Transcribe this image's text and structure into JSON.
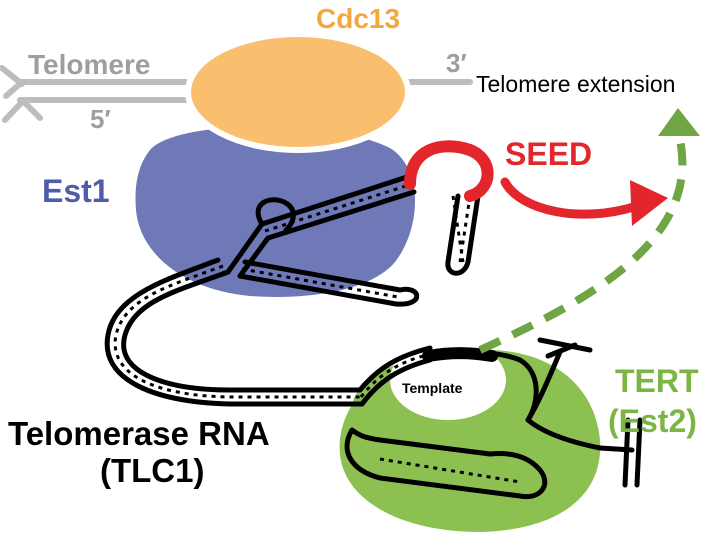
{
  "labels": {
    "cdc13": "Cdc13",
    "telomere": "Telomere",
    "three_prime": "3′",
    "five_prime": "5′",
    "telomere_extension": "Telomere extension",
    "est1": "Est1",
    "seed": "SEED",
    "template": "Template",
    "tert": "TERT",
    "est2": "(Est2)",
    "telomerase_rna": "Telomerase RNA",
    "tlc1": "(TLC1)"
  },
  "colors": {
    "cdc13": "#F9BF6E",
    "cdc13_text": "#F4A83C",
    "telomere": "#BDBDBD",
    "telomere_text": "#9E9E9E",
    "est1": "#6F79B8",
    "est1_text": "#4F5DA8",
    "seed": "#E3262B",
    "tert": "#8CC152",
    "tert_text": "#7DB544",
    "green_arrow": "#6FA544",
    "rna": "#000000"
  }
}
